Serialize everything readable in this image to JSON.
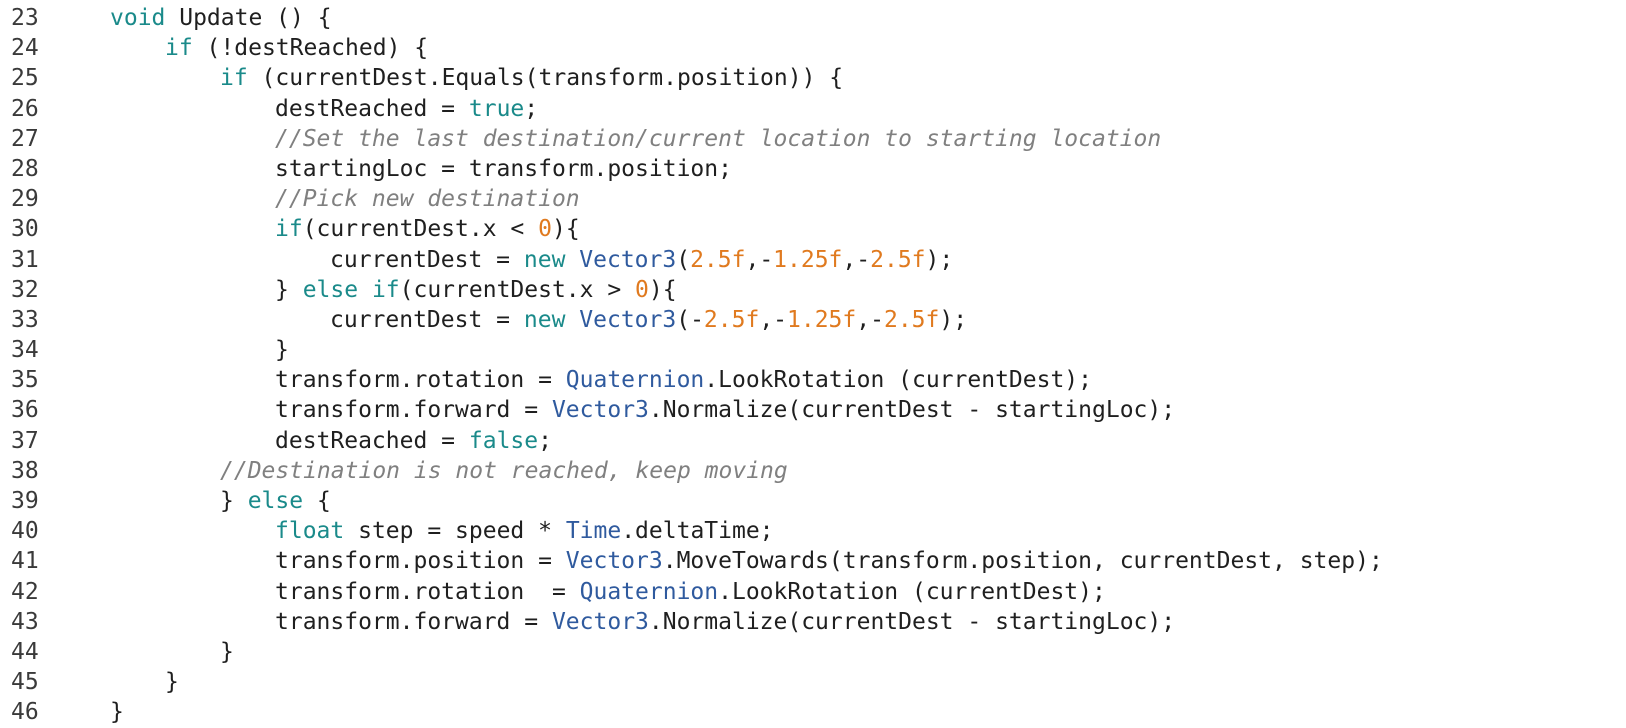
{
  "editor": {
    "colors": {
      "plain": "#1f1f1f",
      "keyword": "#1a8a8a",
      "type": "#2f5a9e",
      "number": "#e07a1f",
      "comment": "#808080",
      "gutter": "#3a3a3a",
      "background": "#ffffff"
    },
    "lines": [
      {
        "n": "23",
        "indent": 1,
        "tokens": [
          [
            "kw",
            "void"
          ],
          [
            "p",
            " Update () {"
          ]
        ]
      },
      {
        "n": "24",
        "indent": 2,
        "tokens": [
          [
            "kw",
            "if"
          ],
          [
            "p",
            " (!destReached) {"
          ]
        ]
      },
      {
        "n": "25",
        "indent": 3,
        "tokens": [
          [
            "kw",
            "if"
          ],
          [
            "p",
            " (currentDest.Equals(transform.position)) {"
          ]
        ]
      },
      {
        "n": "26",
        "indent": 4,
        "tokens": [
          [
            "p",
            "destReached = "
          ],
          [
            "kw",
            "true"
          ],
          [
            "p",
            ";"
          ]
        ]
      },
      {
        "n": "27",
        "indent": 4,
        "tokens": [
          [
            "c",
            "//Set the last destination/current location to starting location"
          ]
        ]
      },
      {
        "n": "28",
        "indent": 4,
        "tokens": [
          [
            "p",
            "startingLoc = transform.position;"
          ]
        ]
      },
      {
        "n": "29",
        "indent": 4,
        "tokens": [
          [
            "c",
            "//Pick new destination"
          ]
        ]
      },
      {
        "n": "30",
        "indent": 4,
        "tokens": [
          [
            "kw",
            "if"
          ],
          [
            "p",
            "(currentDest.x < "
          ],
          [
            "num",
            "0"
          ],
          [
            "p",
            "){"
          ]
        ]
      },
      {
        "n": "31",
        "indent": 5,
        "tokens": [
          [
            "p",
            "currentDest = "
          ],
          [
            "kw",
            "new"
          ],
          [
            "p",
            " "
          ],
          [
            "t",
            "Vector3"
          ],
          [
            "p",
            "("
          ],
          [
            "num",
            "2.5f"
          ],
          [
            "p",
            ",-"
          ],
          [
            "num",
            "1.25f"
          ],
          [
            "p",
            ",-"
          ],
          [
            "num",
            "2.5f"
          ],
          [
            "p",
            ");"
          ]
        ]
      },
      {
        "n": "32",
        "indent": 4,
        "tokens": [
          [
            "p",
            "} "
          ],
          [
            "kw",
            "else if"
          ],
          [
            "p",
            "(currentDest.x > "
          ],
          [
            "num",
            "0"
          ],
          [
            "p",
            "){"
          ]
        ]
      },
      {
        "n": "33",
        "indent": 5,
        "tokens": [
          [
            "p",
            "currentDest = "
          ],
          [
            "kw",
            "new"
          ],
          [
            "p",
            " "
          ],
          [
            "t",
            "Vector3"
          ],
          [
            "p",
            "(-"
          ],
          [
            "num",
            "2.5f"
          ],
          [
            "p",
            ",-"
          ],
          [
            "num",
            "1.25f"
          ],
          [
            "p",
            ",-"
          ],
          [
            "num",
            "2.5f"
          ],
          [
            "p",
            ");"
          ]
        ]
      },
      {
        "n": "34",
        "indent": 4,
        "tokens": [
          [
            "p",
            "}"
          ]
        ]
      },
      {
        "n": "35",
        "indent": 4,
        "tokens": [
          [
            "p",
            "transform.rotation = "
          ],
          [
            "t",
            "Quaternion"
          ],
          [
            "p",
            ".LookRotation (currentDest);"
          ]
        ]
      },
      {
        "n": "36",
        "indent": 4,
        "tokens": [
          [
            "p",
            "transform.forward = "
          ],
          [
            "t",
            "Vector3"
          ],
          [
            "p",
            ".Normalize(currentDest - startingLoc);"
          ]
        ]
      },
      {
        "n": "37",
        "indent": 4,
        "tokens": [
          [
            "p",
            "destReached = "
          ],
          [
            "kw",
            "false"
          ],
          [
            "p",
            ";"
          ]
        ]
      },
      {
        "n": "38",
        "indent": 3,
        "tokens": [
          [
            "c",
            "//Destination is not reached, keep moving"
          ]
        ]
      },
      {
        "n": "39",
        "indent": 3,
        "tokens": [
          [
            "p",
            "} "
          ],
          [
            "kw",
            "else"
          ],
          [
            "p",
            " {"
          ]
        ]
      },
      {
        "n": "40",
        "indent": 4,
        "tokens": [
          [
            "kw",
            "float"
          ],
          [
            "p",
            " step = speed * "
          ],
          [
            "t",
            "Time"
          ],
          [
            "p",
            ".deltaTime;"
          ]
        ]
      },
      {
        "n": "41",
        "indent": 4,
        "tokens": [
          [
            "p",
            "transform.position = "
          ],
          [
            "t",
            "Vector3"
          ],
          [
            "p",
            ".MoveTowards(transform.position, currentDest, step);"
          ]
        ]
      },
      {
        "n": "42",
        "indent": 4,
        "tokens": [
          [
            "p",
            "transform.rotation  = "
          ],
          [
            "t",
            "Quaternion"
          ],
          [
            "p",
            ".LookRotation (currentDest);"
          ]
        ]
      },
      {
        "n": "43",
        "indent": 4,
        "tokens": [
          [
            "p",
            "transform.forward = "
          ],
          [
            "t",
            "Vector3"
          ],
          [
            "p",
            ".Normalize(currentDest - startingLoc);"
          ]
        ]
      },
      {
        "n": "44",
        "indent": 3,
        "tokens": [
          [
            "p",
            "}"
          ]
        ]
      },
      {
        "n": "45",
        "indent": 2,
        "tokens": [
          [
            "p",
            "}"
          ]
        ]
      },
      {
        "n": "46",
        "indent": 1,
        "tokens": [
          [
            "p",
            "}"
          ]
        ]
      }
    ]
  }
}
